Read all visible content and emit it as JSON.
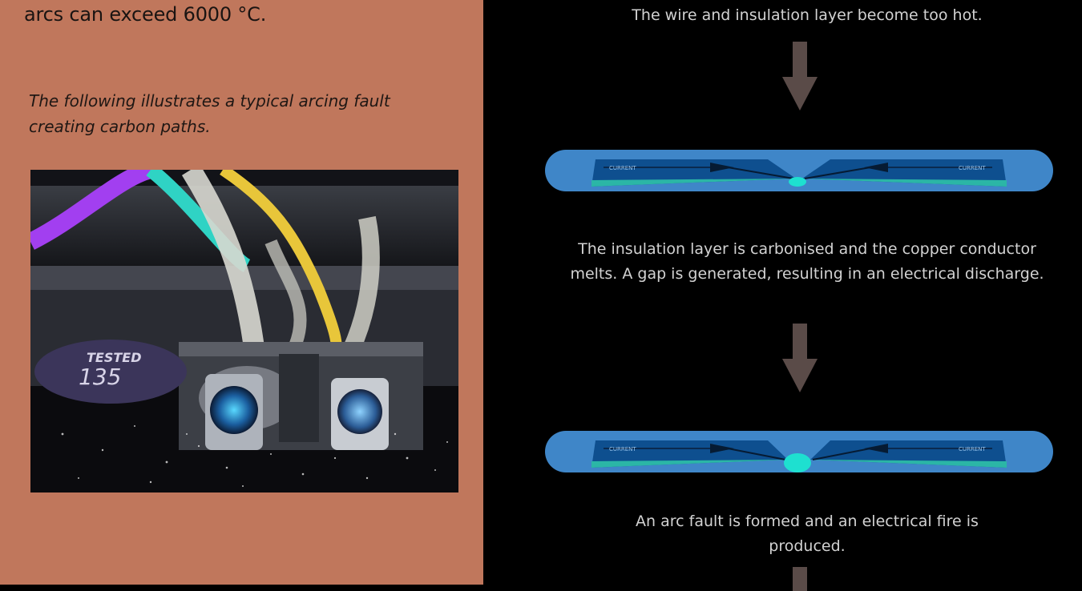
{
  "left_panel": {
    "lead_text": "arcs can exceed 6000 °C.",
    "caption": "The following illustrates a typical arcing fault creating carbon paths.",
    "photo": {
      "label_line1": "TESTED",
      "label_line2": "135"
    }
  },
  "right_panel": {
    "step1": "The wire and insulation layer become too hot.",
    "step2": "The insulation layer is carbonised and the copper conductor melts. A gap is generated, resulting in an electrical discharge.",
    "step3": "An arc fault is formed and an electrical fire is produced.",
    "wire1": {
      "left_label": "CURRENT",
      "right_label": "CURRENT"
    },
    "wire2": {
      "left_label": "CURRENT",
      "right_label": "CURRENT"
    }
  },
  "colors": {
    "left_bg": "#c0775c",
    "right_bg": "#000000",
    "arrow": "#5a4b48",
    "wire_outer": "#3f86c8",
    "wire_inner": "#0e4f8f",
    "conductor": "#2bb6a6",
    "spark": "#1ee0d0"
  }
}
